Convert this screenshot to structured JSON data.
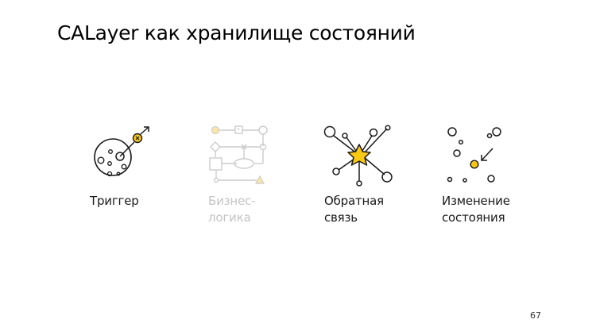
{
  "slide": {
    "title": "CALayer как хранилище состояний",
    "page_number": "67"
  },
  "colors": {
    "accent": "#fcc912",
    "stroke": "#1a1a1a",
    "muted_stroke": "#cccccc",
    "muted_accent": "#fbe7a3"
  },
  "items": [
    {
      "icon": "trigger-icon",
      "label_lines": [
        "Триггер",
        ""
      ],
      "muted": false
    },
    {
      "icon": "business-logic-icon",
      "label_lines": [
        "Бизнес-",
        "логика"
      ],
      "muted": true
    },
    {
      "icon": "feedback-icon",
      "label_lines": [
        "Обратная",
        "связь"
      ],
      "muted": false
    },
    {
      "icon": "state-change-icon",
      "label_lines": [
        "Изменение",
        "состояния"
      ],
      "muted": false
    }
  ]
}
